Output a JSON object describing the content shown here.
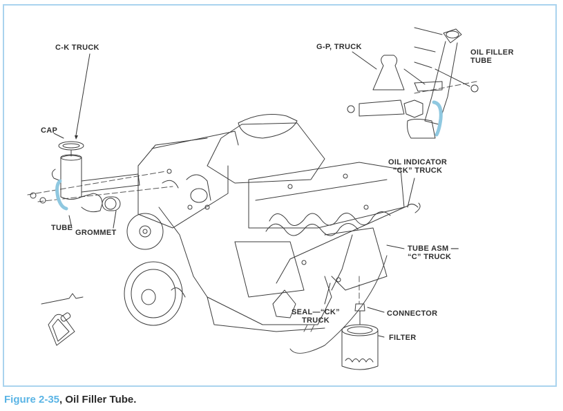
{
  "figure": {
    "number_label": "Figure 2-35",
    "title": ", Oil Filler Tube.",
    "accent_color": "#5ab4e5",
    "border_color": "#a9d3ee",
    "highlight_part_color": "#8fc8e0"
  },
  "callouts": {
    "ck_truck": "C-K TRUCK",
    "cap": "CAP",
    "tube": "TUBE",
    "grommet": "GROMMET",
    "gp_truck": "G-P, TRUCK",
    "oil_filler_tube_line1": "OIL FILLER",
    "oil_filler_tube_line2": "TUBE",
    "oil_indicator_line1": "OIL INDICATOR",
    "oil_indicator_line2": "“CK” TRUCK",
    "tube_asm_line1": "TUBE ASM —",
    "tube_asm_line2": "“C” TRUCK",
    "seal_line1": "SEAL—“CK”",
    "seal_line2": "TRUCK",
    "connector": "CONNECTOR",
    "filter": "FILTER"
  }
}
